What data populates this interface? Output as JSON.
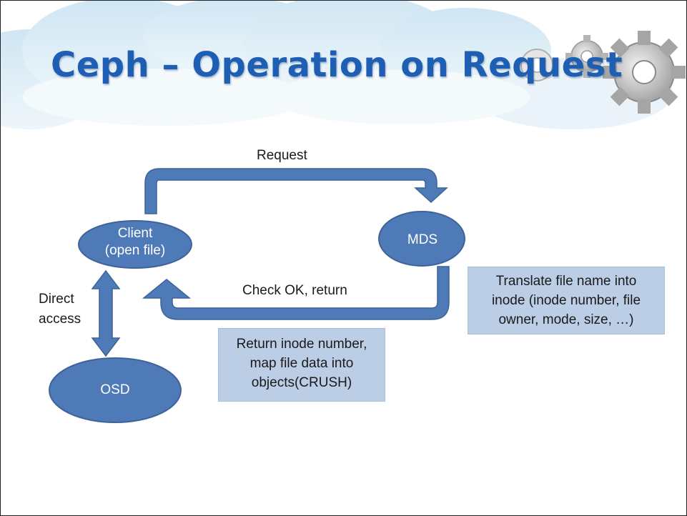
{
  "slide": {
    "title": "Ceph – Operation on Request"
  },
  "nodes": {
    "client": {
      "line1": "Client",
      "line2": "(open file)"
    },
    "mds": {
      "label": "MDS"
    },
    "osd": {
      "label": "OSD"
    }
  },
  "edges": {
    "request": "Request",
    "check_ok": "Check OK, return",
    "direct_access": {
      "line1": "Direct",
      "line2": "access"
    }
  },
  "notes": {
    "translate": [
      "Translate file name into",
      "inode (inode number, file",
      "owner, mode, size, …)"
    ],
    "return_inode": [
      "Return inode number,",
      "map file data into",
      "objects(CRUSH)"
    ]
  },
  "colors": {
    "title": "#1f5fb3",
    "node_fill": "#4f7ab8",
    "node_stroke": "#3d6399",
    "arrow_fill": "#4f7ab8",
    "note_fill": "#bccde6"
  },
  "icons": [
    "cloud-decoration",
    "gear-icon"
  ]
}
